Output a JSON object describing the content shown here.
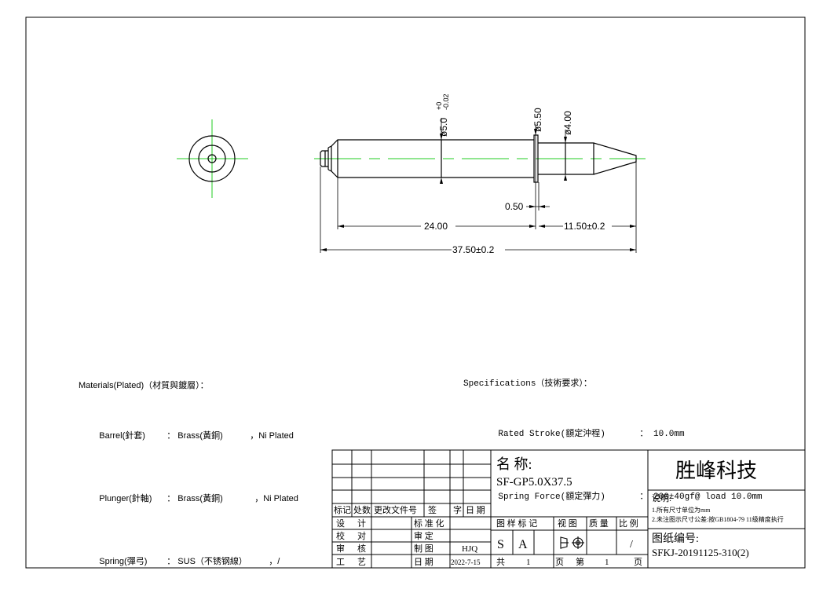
{
  "dimensions": {
    "d_body": "ø5.0",
    "d_body_tol_upper": "+0",
    "d_body_tol_lower": "-0.02",
    "d_collar": "ø5.50",
    "d_tip": "ø4.00",
    "collar_width": "0.50",
    "barrel_length": "24.00",
    "tip_length": "11.50±0.2",
    "total_length": "37.50±0.2"
  },
  "materials": {
    "title": "Materials(Plated)（材質與鍍層）：",
    "rows": [
      {
        "part": "Barrel(針套)",
        "material": "： Brass(黃銅)",
        "plating": "，Ni Plated"
      },
      {
        "part": "Plunger(針軸)",
        "material": "： Brass(黃銅)",
        "plating": "，Ni Plated"
      },
      {
        "part": "Spring(彈弓)",
        "material": "： SUS（不锈钢線）",
        "plating": "，/"
      }
    ]
  },
  "specifications": {
    "title": "Specifications（技術要求）：",
    "rows": [
      {
        "label": "Rated Stroke(額定沖程)",
        "value": "： 10.0mm"
      },
      {
        "label": "Spring Force(額定彈力)",
        "value": "： 200±40gf@ load 10.0mm"
      }
    ]
  },
  "title_block": {
    "rev_headers": [
      "标记",
      "处数",
      "更改文件号",
      "签",
      "字",
      "日 期"
    ],
    "left_labels": [
      [
        "设",
        "计"
      ],
      [
        "校",
        "对"
      ],
      [
        "审",
        "核"
      ],
      [
        "工",
        "艺"
      ]
    ],
    "mid_labels": [
      "标 准 化",
      "审 定",
      "制 图",
      "日 期"
    ],
    "drawer": "HJQ",
    "date": "2022-7-15",
    "name_label": "名 称:",
    "name_value": "SF-GP5.0X37.5",
    "sample_header": "图 样 标 记",
    "view_header": "视 图",
    "weight_header": "质 量",
    "scale_header": "比 例",
    "mark_s": "S",
    "mark_a": "A",
    "scale_value": "/",
    "total_label": "共",
    "total_pages": "1",
    "page_unit_1": "页",
    "page_label": "第",
    "page_number": "1",
    "page_unit_2": "页",
    "company": "胜峰科技",
    "notes_title": "说明:",
    "note_1": "1.所有尺寸单位为mm",
    "note_2": "2.未注图示尺寸公差:按GB1804-79 11级精度执行",
    "drawing_no_label": "图纸编号:",
    "drawing_no": "SFKJ-20191125-310(2)"
  },
  "colors": {
    "centerline": "#22cc22",
    "line": "#000000"
  }
}
